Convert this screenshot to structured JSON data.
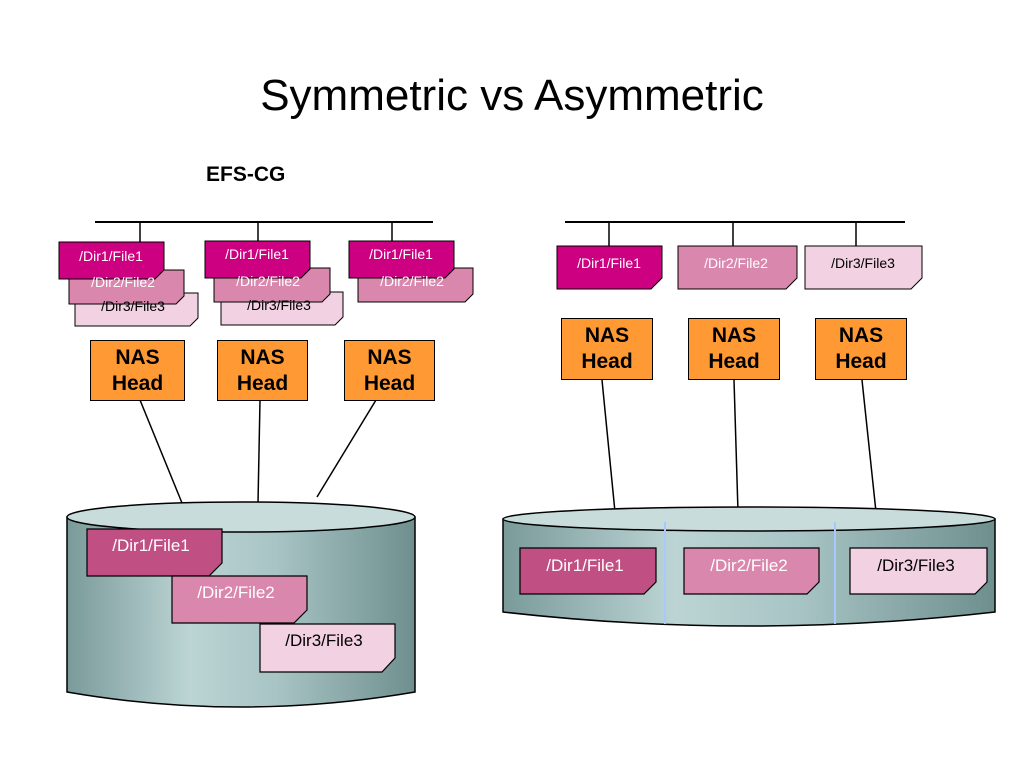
{
  "title": "Symmetric vs Asymmetric",
  "subtitle": "EFS-CG",
  "nas": {
    "line1": "NAS",
    "line2": "Head"
  },
  "files": {
    "f1": "/Dir1/File1",
    "f2": "/Dir2/File2",
    "f3": "/Dir3/File3"
  },
  "colors": {
    "file1": "#cc0080",
    "file1_disk": "#c04f84",
    "file2": "#d987ad",
    "file3": "#f2d1e2",
    "nas": "#ff9933",
    "disk": "#99bbbb"
  }
}
